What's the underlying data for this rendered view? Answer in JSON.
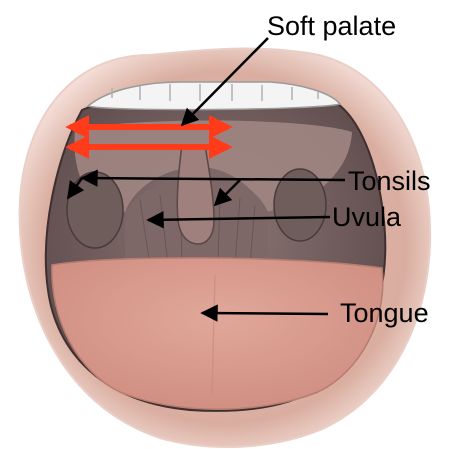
{
  "labels": {
    "soft_palate": "Soft palate",
    "tonsils": "Tonsils",
    "uvula": "Uvula",
    "tongue": "Tongue"
  },
  "colors": {
    "skin": "#ddb2a4",
    "skin_dark": "#c99585",
    "mouth_cavity": "#6e5a5a",
    "throat": "#8a7775",
    "tongue": "#d9998c",
    "teeth": "#f4f4f4",
    "arrow_red": "#ff3b1a",
    "pointer": "#000000"
  }
}
